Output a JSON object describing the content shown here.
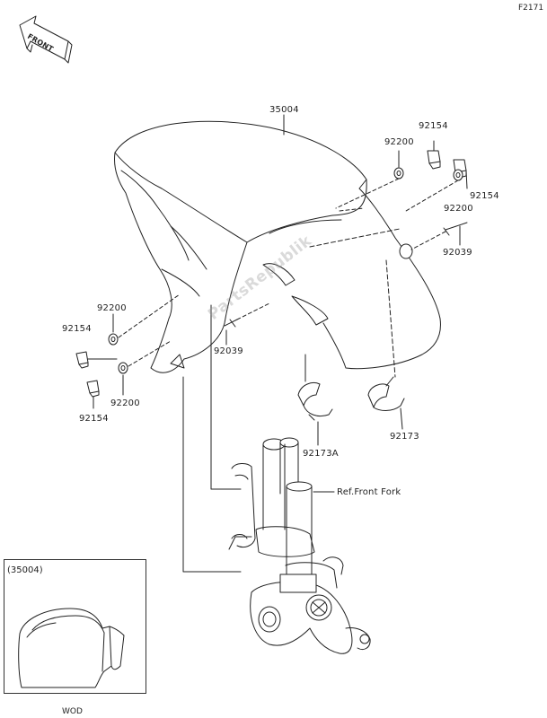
{
  "figure_code": "F2171",
  "front_badge": "FRONT",
  "watermark": "PartsRepublik",
  "labels": {
    "p35004": "35004",
    "p92154_top_left": "92154",
    "p92200_top": "92200",
    "p92154_top_right": "92154",
    "p92200_right": "92200",
    "p92039_right": "92039",
    "p92200_left_top": "92200",
    "p92154_left_top": "92154",
    "p92039_center": "92039",
    "p92200_left_bottom": "92200",
    "p92154_left_bottom": "92154",
    "p92173a": "92173A",
    "p92173": "92173",
    "ref_front_fork": "Ref.Front Fork"
  },
  "inset": {
    "title": "(35004)",
    "note": "WOD"
  }
}
